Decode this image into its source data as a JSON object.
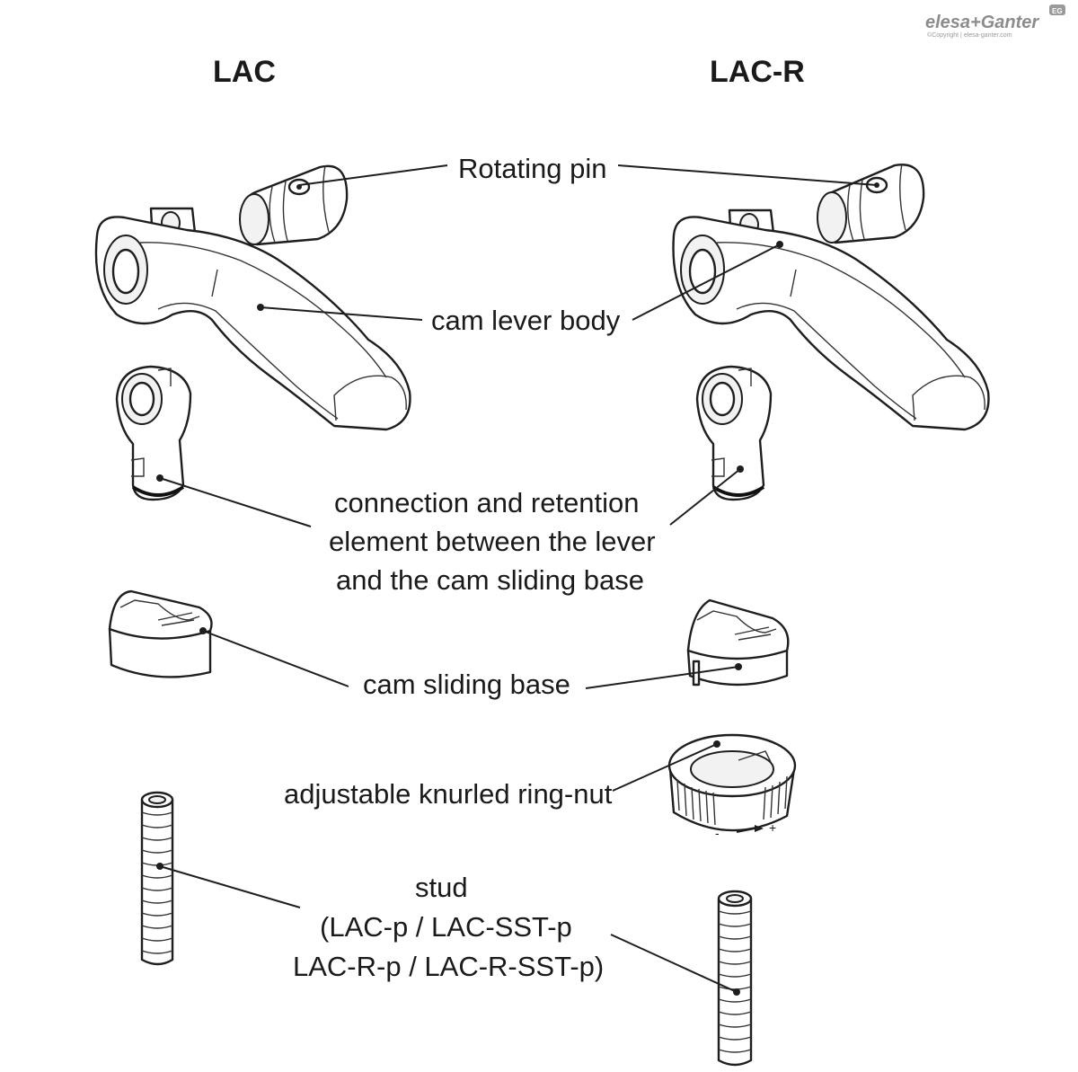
{
  "logo": {
    "brand": "elesa+Ganter",
    "badge": "EG",
    "copyright": "©Copyright | elesa-ganter.com"
  },
  "titles": {
    "left": "LAC",
    "right": "LAC-R"
  },
  "labels": {
    "rotating_pin": "Rotating pin",
    "cam_lever_body": "cam lever body",
    "connection_line1": "connection and retention",
    "connection_line2": "element between the lever",
    "connection_line3": "and the cam sliding base",
    "cam_sliding_base": "cam sliding base",
    "ring_nut": "adjustable knurled ring-nut",
    "stud_line1": "stud",
    "stud_line2": "(LAC-p / LAC-SST-p",
    "stud_line3": "LAC-R-p / LAC-R-SST-p)"
  },
  "ring_nut_marks": {
    "minus": "-",
    "plus": "+"
  }
}
